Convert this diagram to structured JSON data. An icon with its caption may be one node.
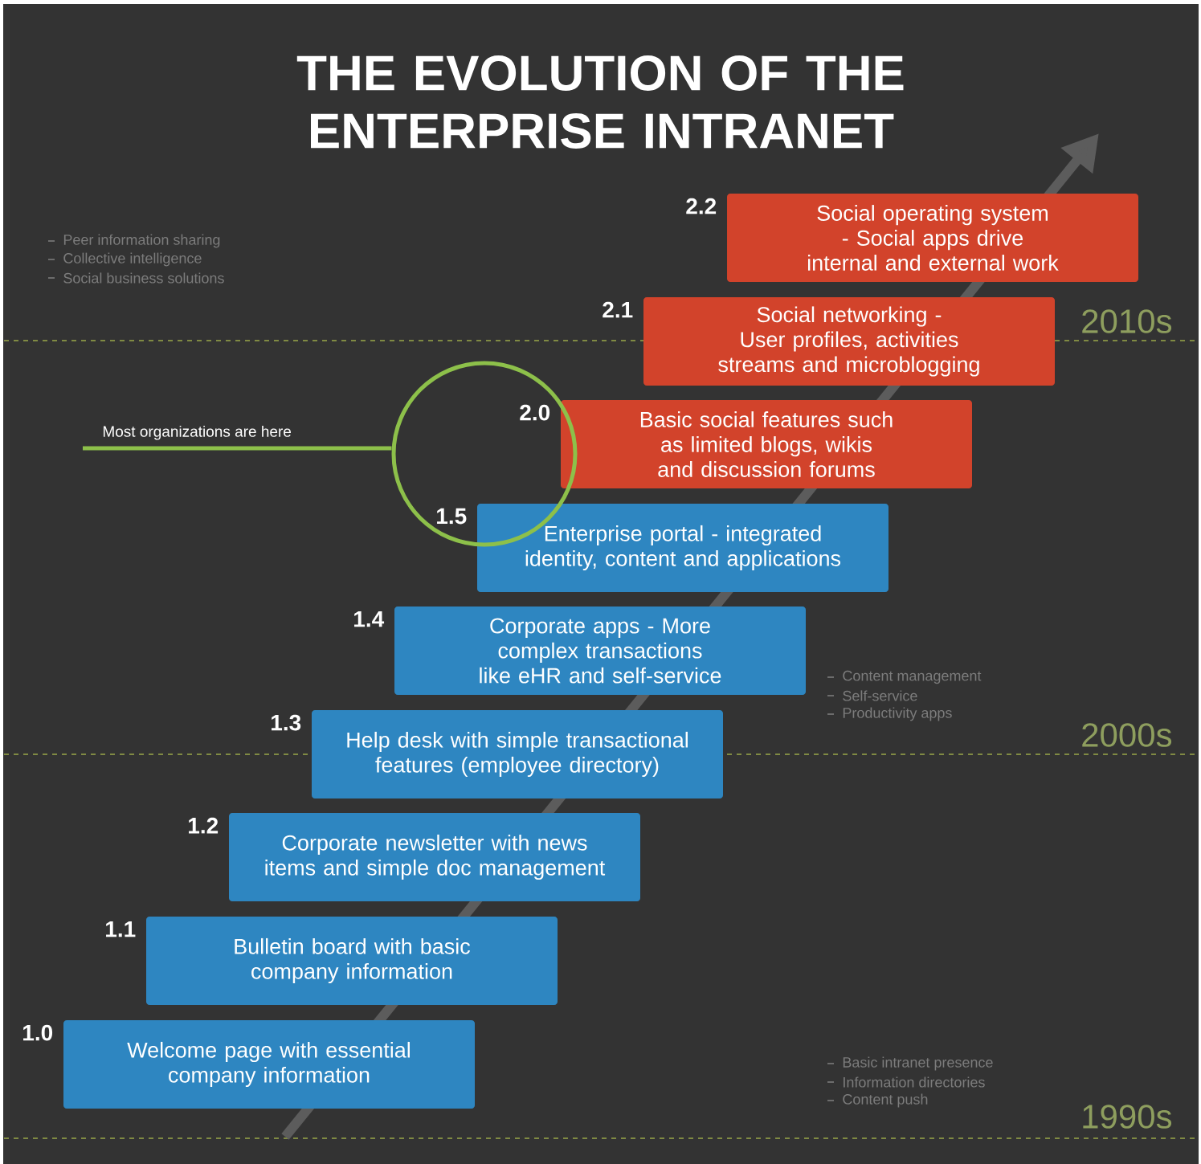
{
  "diagram": {
    "title": "THE EVOLUTION OF THE ENTERPRISE INTRANET",
    "nodes": [
      {
        "text": [
          "Social operating system - Social apps drive internal and external work"
        ],
        "beside": [
          "2.2"
        ]
      },
      {
        "text": [
          "Social networking - User profiles, activities streams and microblogging"
        ],
        "beside": [
          "2.1"
        ]
      },
      {
        "text": [
          "Basic social features such as limited blogs, wikis and discussion forums"
        ],
        "beside": [
          "2.0"
        ]
      },
      {
        "text": [
          "Enterprise portal - integrated identity, content and applications"
        ],
        "beside": [
          "1.5"
        ]
      },
      {
        "text": [
          "Corporate apps - More complex transactions like eHR and self-service"
        ],
        "beside": [
          "1.4"
        ]
      },
      {
        "text": [
          "Help desk with simple transactional features (employee directory)"
        ],
        "beside": [
          "1.3"
        ]
      },
      {
        "text": [
          "Corporate newsletter with news items and simple doc management"
        ],
        "beside": [
          "1.2"
        ]
      },
      {
        "text": [
          "Bulletin board with basic company information"
        ],
        "beside": [
          "1.1"
        ]
      },
      {
        "text": [
          "Welcome page with essential company information"
        ],
        "beside": [
          "1.0"
        ]
      },
      {
        "text": [
          "Most organizations are here"
        ]
      },
      {
        "text": [],
        "shape": "circle"
      }
    ],
    "edges": [
      {
        "from": 9,
        "to": 10,
        "arrow": "none"
      }
    ],
    "labels": [
      "Peer information sharing",
      "Collective intelligence",
      "Social business solutions",
      "2010s",
      "Content management",
      "Self-service",
      "Productivity apps",
      "2000s",
      "Basic intranet presence",
      "Information directories",
      "Content push",
      "1990s"
    ]
  }
}
